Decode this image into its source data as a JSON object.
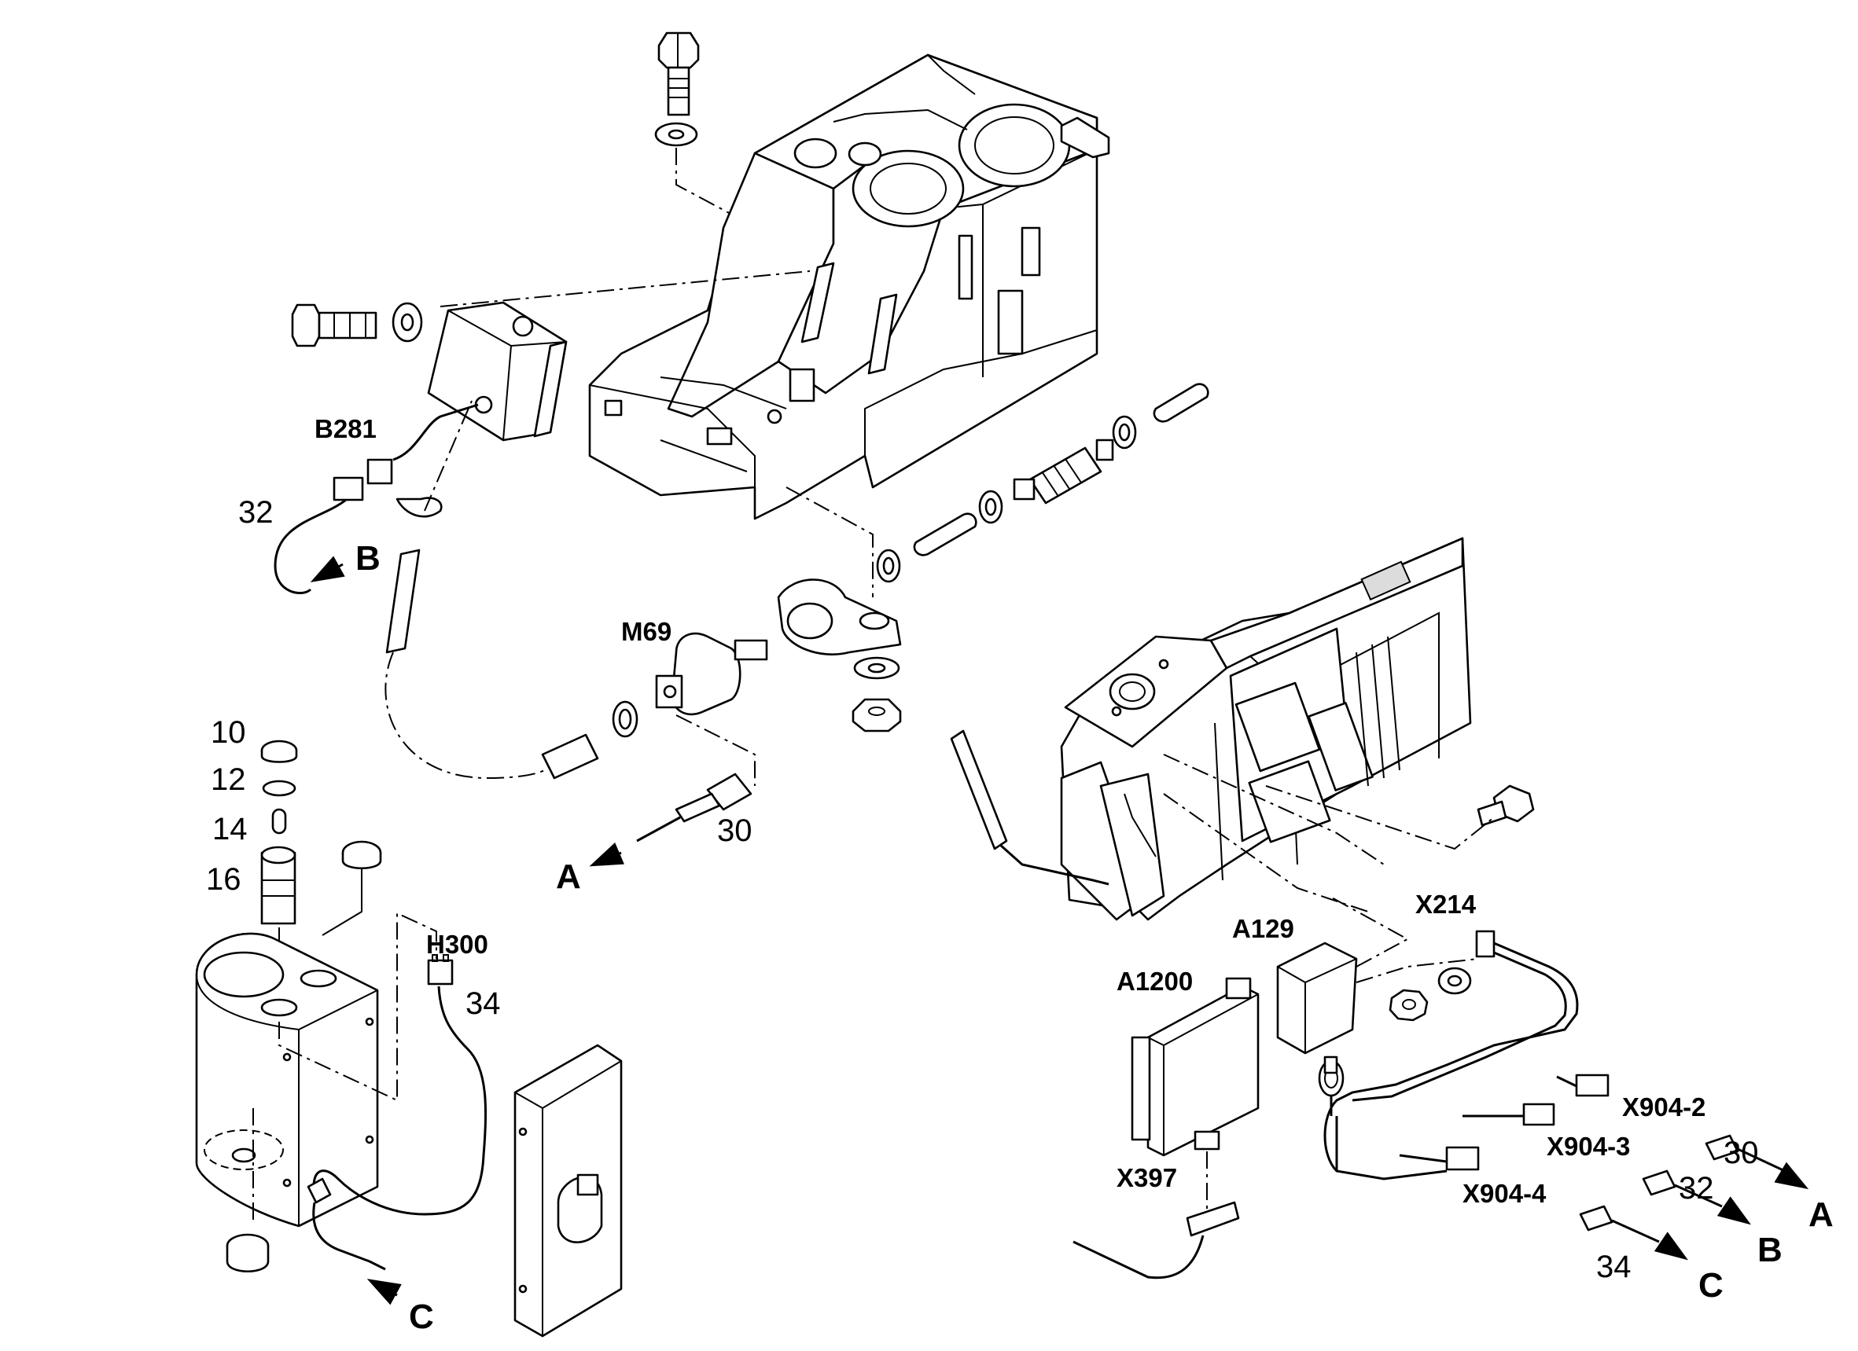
{
  "labels": {
    "b281": "B281",
    "m69": "M69",
    "a129": "A129",
    "a1200": "A1200",
    "x214": "X214",
    "x397": "X397",
    "h300": "H300",
    "x904_2": "X904-2",
    "x904_3": "X904-3",
    "x904_4": "X904-4",
    "n10": "10",
    "n12": "12",
    "n14": "14",
    "n16": "16",
    "n30_left": "30",
    "n32_left": "32",
    "n34_left": "34",
    "n30_right": "30",
    "n32_right": "32",
    "n34_right": "34",
    "a_left": "A",
    "b_left": "B",
    "c_left": "C",
    "a_right": "A",
    "b_right": "B",
    "c_right": "C"
  }
}
